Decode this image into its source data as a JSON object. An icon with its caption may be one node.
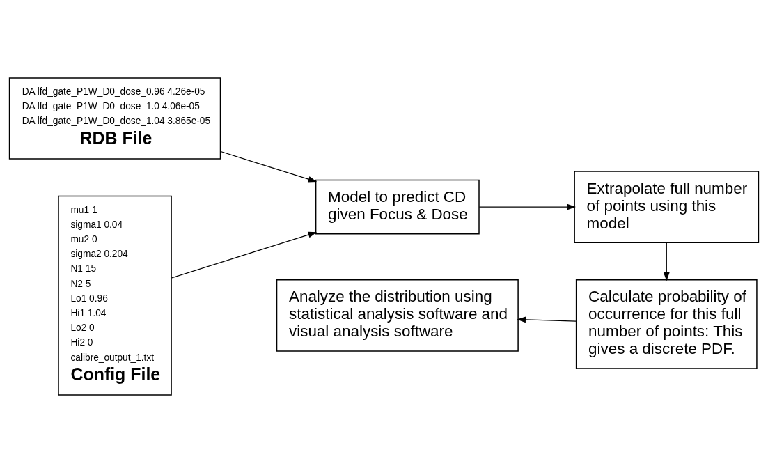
{
  "diagram": {
    "nodes": [
      {
        "text": [
          "DA lfd_gate_P1W_D0_dose_0.96 4.26e-05",
          "DA lfd_gate_P1W_D0_dose_1.0 4.06e-05",
          "DA lfd_gate_P1W_D0_dose_1.04 3.865e-05",
          "RDB File"
        ]
      },
      {
        "text": [
          "mu1 1",
          "sigma1 0.04",
          "mu2 0",
          "sigma2 0.204",
          "N1 15",
          "N2 5",
          "Lo1 0.96",
          "Hi1 1.04",
          "Lo2 0",
          "Hi2 0",
          "calibre_output_1.txt",
          "Config File"
        ]
      },
      {
        "text": [
          "Model to predict CD given Focus & Dose"
        ]
      },
      {
        "text": [
          "Extrapolate full number of points using this model"
        ]
      },
      {
        "text": [
          "Calculate probability of occurrence for this full number of points: This gives a discrete PDF."
        ]
      },
      {
        "text": [
          "Analyze the distribution using statistical analysis software and visual analysis software"
        ]
      }
    ],
    "edges": [
      {
        "from": 0,
        "to": 2,
        "arrow": "to"
      },
      {
        "from": 1,
        "to": 2,
        "arrow": "to"
      },
      {
        "from": 2,
        "to": 3,
        "arrow": "to"
      },
      {
        "from": 3,
        "to": 4,
        "arrow": "to"
      },
      {
        "from": 4,
        "to": 5,
        "arrow": "to"
      }
    ]
  }
}
